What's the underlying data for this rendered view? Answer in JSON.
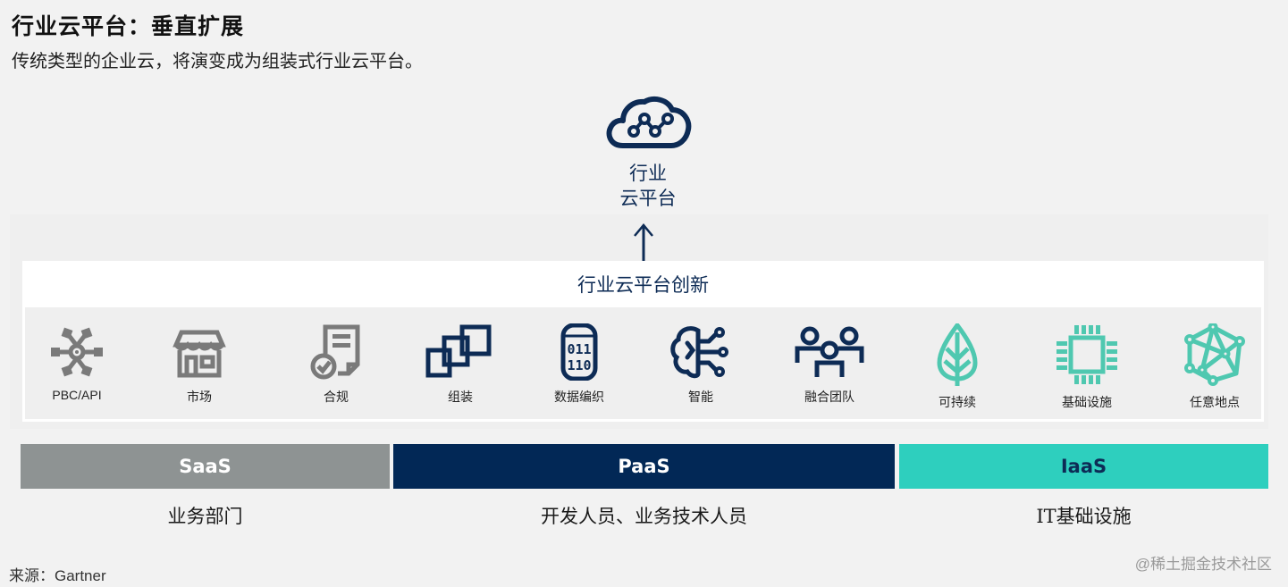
{
  "header": {
    "title": "行业云平台：垂直扩展",
    "subtitle": "传统类型的企业云，将演变成为组装式行业云平台。"
  },
  "top_node": {
    "icon": "cloud-network-icon",
    "label_line1": "行业",
    "label_line2": "云平台"
  },
  "innovation_panel": {
    "title": "行业云平台创新",
    "items": [
      {
        "label": "PBC/API",
        "icon": "api-network-icon",
        "color": "#7a7a7a"
      },
      {
        "label": "市场",
        "icon": "storefront-icon",
        "color": "#7a7a7a"
      },
      {
        "label": "合规",
        "icon": "compliance-document-icon",
        "color": "#7a7a7a"
      },
      {
        "label": "组装",
        "icon": "linked-squares-icon",
        "color": "#0d2b55"
      },
      {
        "label": "数据编织",
        "icon": "binary-database-icon",
        "color": "#0d2b55"
      },
      {
        "label": "智能",
        "icon": "brain-circuit-icon",
        "color": "#0d2b55"
      },
      {
        "label": "融合团队",
        "icon": "team-people-icon",
        "color": "#0d2b55"
      },
      {
        "label": "可持续",
        "icon": "leaf-icon",
        "color": "#4fc8b0"
      },
      {
        "label": "基础设施",
        "icon": "chip-icon",
        "color": "#4fc8b0"
      },
      {
        "label": "任意地点",
        "icon": "mesh-network-icon",
        "color": "#4fc8b0"
      }
    ]
  },
  "layers": [
    {
      "label": "SaaS",
      "audience": "业务部门",
      "bg": "#8e9393",
      "fg": "#ffffff"
    },
    {
      "label": "PaaS",
      "audience": "开发人员、业务技术人员",
      "bg": "#022856",
      "fg": "#ffffff"
    },
    {
      "label": "IaaS",
      "audience": "IT基础设施",
      "bg": "#2ecfbe",
      "fg": "#0d2b55"
    }
  ],
  "footer": {
    "source": "来源：Gartner",
    "watermark": "@稀土掘金技术社区"
  }
}
